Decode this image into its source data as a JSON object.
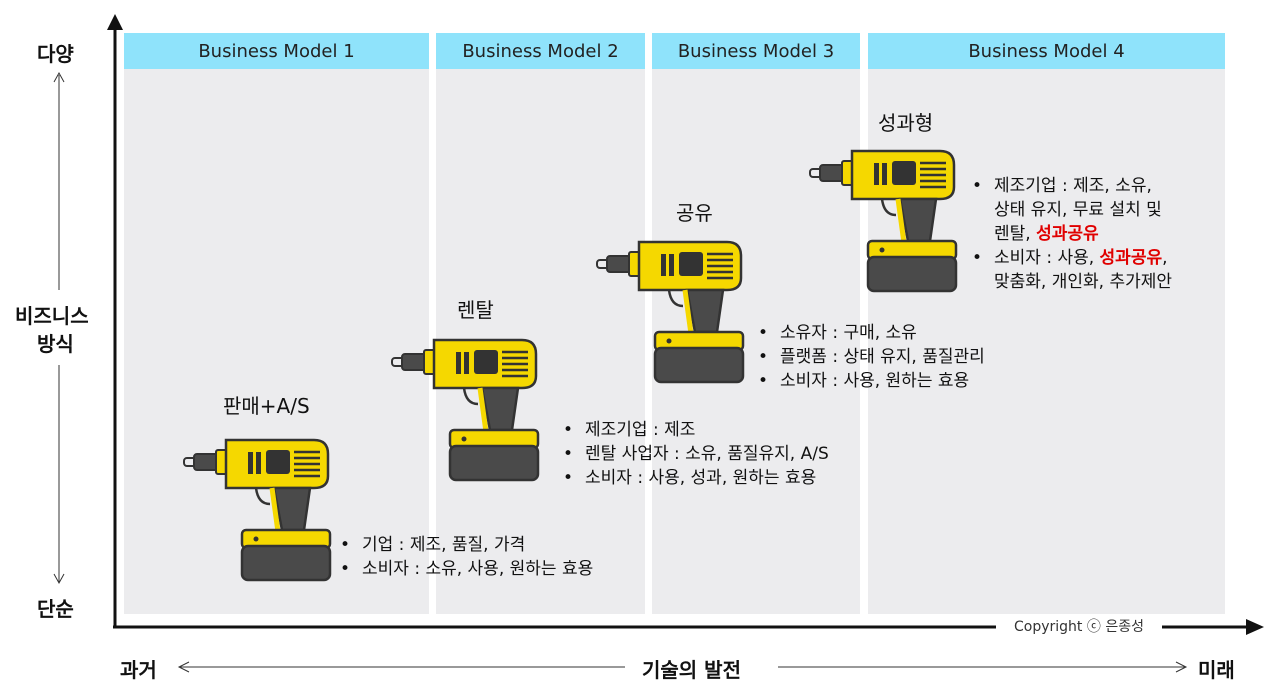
{
  "columns": [
    {
      "label": "Business Model 1"
    },
    {
      "label": "Business Model 2"
    },
    {
      "label": "Business Model 3"
    },
    {
      "label": "Business Model 4"
    }
  ],
  "y_axis": {
    "top": "다양",
    "middle_line1": "비즈니스",
    "middle_line2": "방식",
    "bottom": "단순"
  },
  "x_axis": {
    "left": "과거",
    "center": "기술의 발전",
    "right": "미래"
  },
  "stages": [
    {
      "title": "판매+A/S",
      "bullets": [
        {
          "parts": [
            {
              "text": "기업 : 제조, 품질, 가격"
            }
          ]
        },
        {
          "parts": [
            {
              "text": "소비자 : 소유, 사용, 원하는 효용"
            }
          ]
        }
      ]
    },
    {
      "title": "렌탈",
      "bullets": [
        {
          "parts": [
            {
              "text": "제조기업 : 제조"
            }
          ]
        },
        {
          "parts": [
            {
              "text": "렌탈 사업자 : 소유, 품질유지, A/S"
            }
          ]
        },
        {
          "parts": [
            {
              "text": "소비자 : 사용, 성과, 원하는 효용"
            }
          ]
        }
      ]
    },
    {
      "title": "공유",
      "bullets": [
        {
          "parts": [
            {
              "text": "소유자 : 구매, 소유"
            }
          ]
        },
        {
          "parts": [
            {
              "text": "플랫폼 : 상태 유지, 품질관리"
            }
          ]
        },
        {
          "parts": [
            {
              "text": "소비자 : 사용, 원하는 효용"
            }
          ]
        }
      ]
    },
    {
      "title": "성과형",
      "bullets": [
        {
          "parts": [
            {
              "text": "제조기업 : 제조, 소유,"
            },
            {
              "text": "상태 유지, 무료 설치 및",
              "newline": true
            },
            {
              "text": "렌탈, ",
              "newline": true
            },
            {
              "text": "성과공유",
              "highlight": true
            }
          ]
        },
        {
          "parts": [
            {
              "text": "소비자 : 사용, "
            },
            {
              "text": "성과공유",
              "highlight": true
            },
            {
              "text": ","
            },
            {
              "text": "맞춤화, 개인화, 추가제안",
              "newline": true
            }
          ]
        }
      ]
    }
  ],
  "copyright": "Copyright ⓒ 은종성",
  "colors": {
    "header": "#8fe3fb",
    "column": "#ececee",
    "highlight": "#e00000",
    "drill_body": "#f5d800",
    "drill_dark": "#4a4a4a"
  },
  "icons": [
    "drill-icon",
    "arrow-up-icon",
    "arrow-down-icon",
    "arrow-left-icon",
    "arrow-right-icon"
  ]
}
